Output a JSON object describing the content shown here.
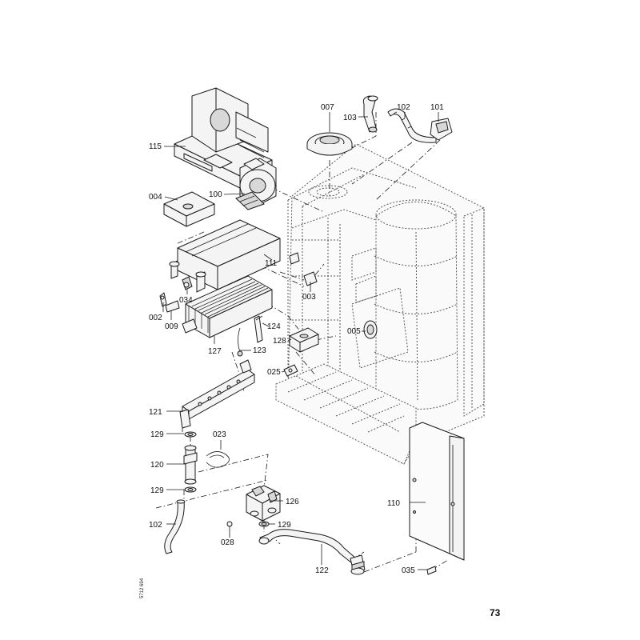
{
  "diagram": {
    "doc_number": "5712 694",
    "page_number": "73",
    "callouts": {
      "c007": "007",
      "c103": "103",
      "c102a": "102",
      "c101": "101",
      "c115": "115",
      "c004": "004",
      "c100": "100",
      "c111": "111",
      "c034": "034",
      "c003": "003",
      "c002": "002",
      "c009": "009",
      "c124": "124",
      "c005": "005",
      "c128": "128",
      "c127": "127",
      "c123": "123",
      "c025": "025",
      "c121": "121",
      "c129a": "129",
      "c023": "023",
      "c120": "120",
      "c129b": "129",
      "c126": "126",
      "c110": "110",
      "c102b": "102",
      "c129c": "129",
      "c028": "028",
      "c122": "122",
      "c035": "035"
    }
  }
}
